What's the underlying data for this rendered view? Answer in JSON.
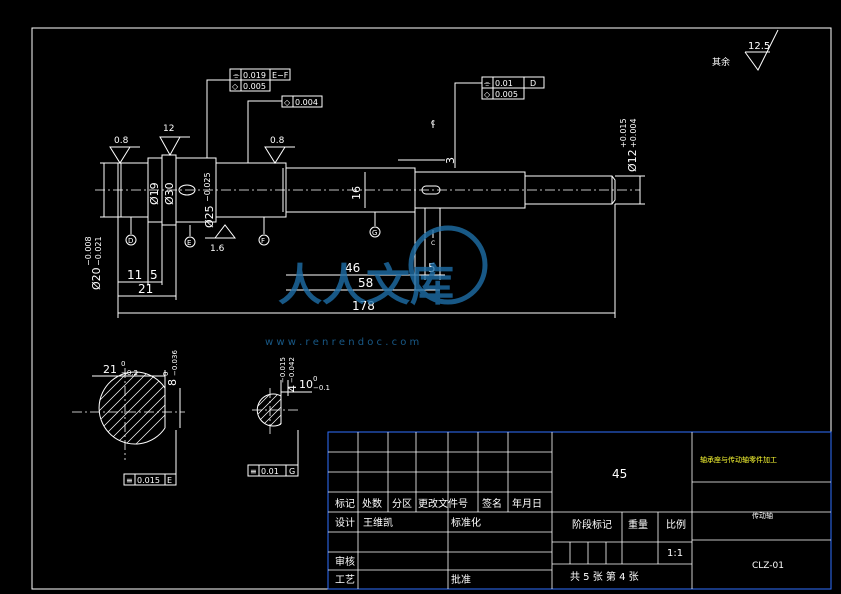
{
  "roughness": {
    "label": "其余",
    "value": "12.5"
  },
  "gdt": {
    "f1_tol": "0.019",
    "f1_ref": "E−F",
    "f2_tol": "0.005",
    "f3_tol": "0.004",
    "f4_tol": "0.01",
    "f4_ref": "D",
    "f5_tol": "0.005",
    "f6_tol": "0.015",
    "f6_ref": "E",
    "f7_tol": "0.01",
    "f7_ref": "G"
  },
  "dims": {
    "d46": "46",
    "d58": "58",
    "d5": "5",
    "d178": "178",
    "d11": "11",
    "d5b": "5",
    "d21": "21",
    "d16": "16",
    "d3": "3",
    "dia20": "Ø20",
    "dia20_tol_up": "−0.008",
    "dia20_tol_lo": "−0.021",
    "dia12": "Ø12",
    "dia12_tol_up": "+0.015",
    "dia12_tol_lo": "+0.004",
    "dia25": "Ø25",
    "dia25_tol": "−0.025",
    "dia30": "Ø30",
    "dia19": "Ø19",
    "rough08a": "0.8",
    "rough12": "12",
    "rough08b": "0.8",
    "rough16": "1.6",
    "sec_21": "21",
    "sec_21_tol_up": "0",
    "sec_21_tol_lo": "−0.2",
    "sec_8": "8",
    "sec_8_tol_up": "0",
    "sec_8_tol_lo": "−0.036",
    "sec_10": "10",
    "sec_10_tol_up": "0",
    "sec_10_tol_lo": "−0.1",
    "sec_4": "4",
    "sec_4_tol_up": "−0.015",
    "sec_4_tol_lo": "−0.042"
  },
  "datums": {
    "d": "D",
    "e": "E",
    "f": "F",
    "g": "G",
    "cut_a": "C",
    "cut_b": "C"
  },
  "watermark": {
    "text": "人人文库",
    "url": "w w w . r e n r e n d o c . c o m"
  },
  "titleblock": {
    "material": "45",
    "part_title": "轴承座与传动轴零件加工",
    "part_name": "传动轴",
    "drawing_no": "CLZ-01",
    "scale": "1:1",
    "hdr_mark": "标记",
    "hdr_count": "处数",
    "hdr_zone": "分区",
    "hdr_docno": "更改文件号",
    "hdr_sign": "签名",
    "hdr_date": "年月日",
    "design": "设计",
    "designer": "王维凯",
    "standard": "标准化",
    "stage": "阶段标记",
    "weight": "重量",
    "scale_label": "比例",
    "review": "审核",
    "process": "工艺",
    "approve": "批准",
    "sheets": "共 5 张  第 4 张"
  }
}
